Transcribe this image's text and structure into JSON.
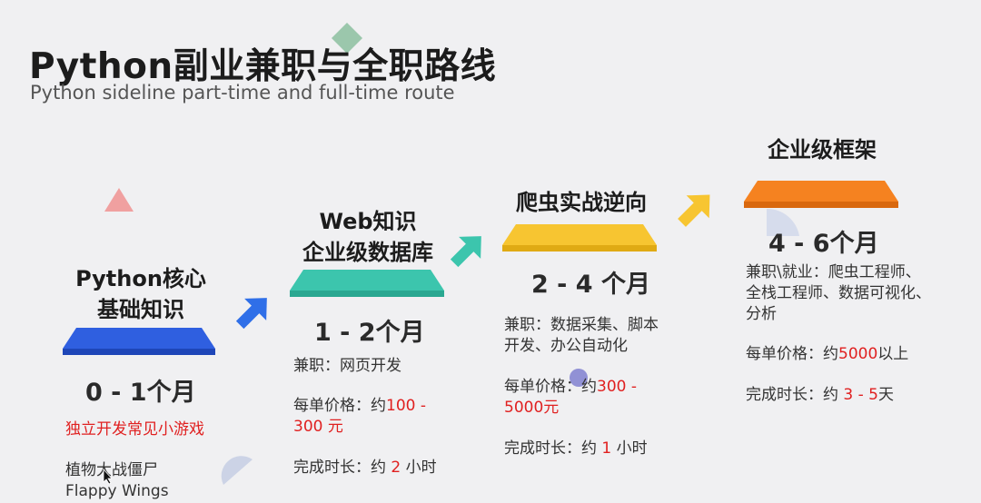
{
  "header": {
    "title": "Python副业兼职与全职路线",
    "subtitle": "Python sideline part-time and full-time route"
  },
  "stages": [
    {
      "title_line1": "Python核心",
      "title_line2": "基础知识",
      "duration": "0 - 1个月",
      "highlight": "独立开发常见小游戏",
      "examples": [
        "植物大战僵尸",
        "Flappy Wings"
      ],
      "color": "#2f5fe0"
    },
    {
      "title_line1": "Web知识",
      "title_line2": "企业级数据库",
      "duration": "1 - 2个月",
      "job": "兼职：网页开发",
      "price_label": "每单价格：约",
      "price_value_a": "100 -",
      "price_value_b": "300 元",
      "time_label": "完成时长：约",
      "time_value": "2",
      "time_unit": "小时",
      "color": "#3cc5ad"
    },
    {
      "title_line1": "爬虫实战逆向",
      "duration": "2 - 4 个月",
      "job_line1": "兼职：数据采集、脚本",
      "job_line2": "开发、办公自动化",
      "price_label": "每单价格：约",
      "price_value_a": "300 -",
      "price_value_b": "5000元",
      "time_label": "完成时长：约",
      "time_value": "1",
      "time_unit": "小时",
      "color": "#f7c531"
    },
    {
      "title_line1": "企业级框架",
      "duration": "4 - 6个月",
      "job_line1": "兼职\\就业：爬虫工程师、",
      "job_line2": "全栈工程师、数据可视化、",
      "job_line3": "分析",
      "price_label": "每单价格：约",
      "price_value": "5000",
      "price_suffix": "以上",
      "time_label": "完成时长：约",
      "time_value": "3 - 5",
      "time_unit": "天",
      "color": "#f58220"
    }
  ],
  "colors": {
    "arrow1": "#2f6fe8",
    "arrow2": "#3cc5ad",
    "arrow3": "#f7c531",
    "accent_red": "#e02020"
  }
}
